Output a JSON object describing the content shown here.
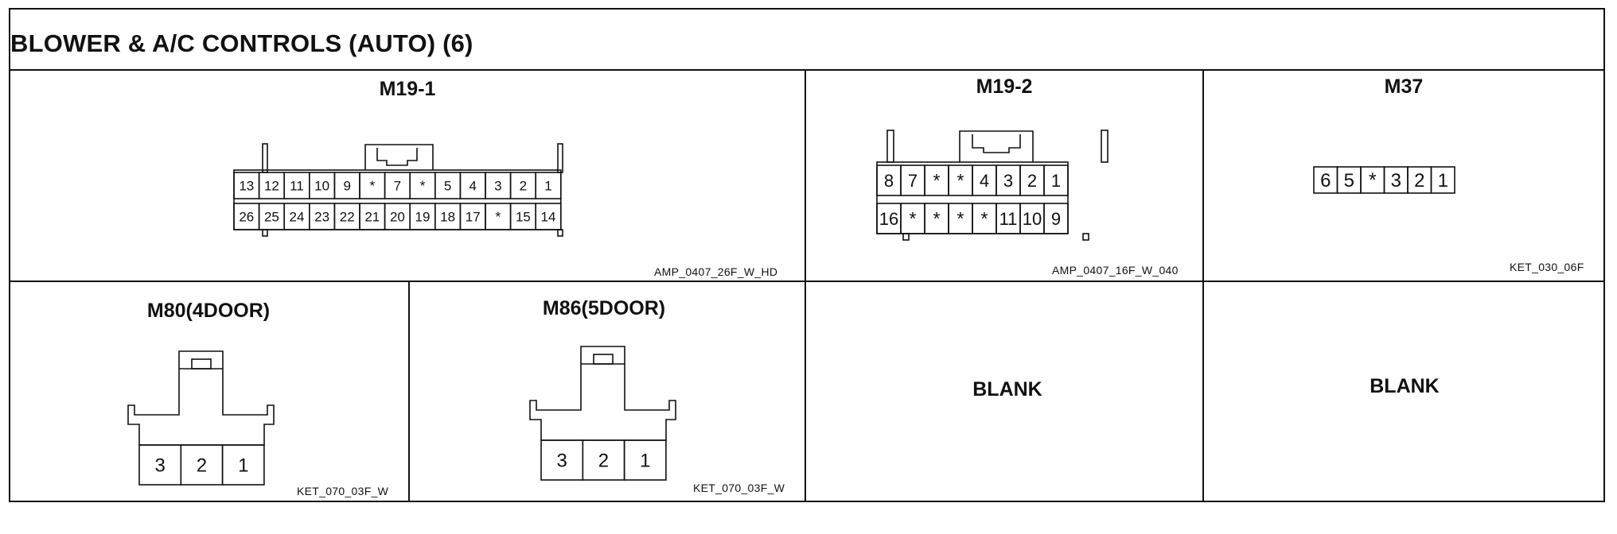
{
  "page_title": "BLOWER & A/C CONTROLS (AUTO) (6)",
  "connectors": {
    "m19_1": {
      "title": "M19-1",
      "code": "AMP_0407_26F_W_HD",
      "top_pins": [
        "13",
        "12",
        "11",
        "10",
        "9",
        "*",
        "7",
        "*",
        "5",
        "4",
        "3",
        "2",
        "1"
      ],
      "bottom_pins": [
        "26",
        "25",
        "24",
        "23",
        "22",
        "21",
        "20",
        "19",
        "18",
        "17",
        "*",
        "15",
        "14"
      ]
    },
    "m19_2": {
      "title": "M19-2",
      "code": "AMP_0407_16F_W_040",
      "top_pins": [
        "8",
        "7",
        "*",
        "*",
        "4",
        "3",
        "2",
        "1"
      ],
      "bottom_pins": [
        "16",
        "*",
        "*",
        "*",
        "*",
        "11",
        "10",
        "9"
      ]
    },
    "m37": {
      "title": "M37",
      "code": "KET_030_06F",
      "pins": [
        "6",
        "5",
        "*",
        "3",
        "2",
        "1"
      ]
    },
    "m80": {
      "title": "M80(4DOOR)",
      "code": "KET_070_03F_W",
      "pins": [
        "3",
        "2",
        "1"
      ]
    },
    "m86": {
      "title": "M86(5DOOR)",
      "code": "KET_070_03F_W",
      "pins": [
        "3",
        "2",
        "1"
      ]
    }
  },
  "blank_cells": [
    "BLANK",
    "BLANK"
  ]
}
